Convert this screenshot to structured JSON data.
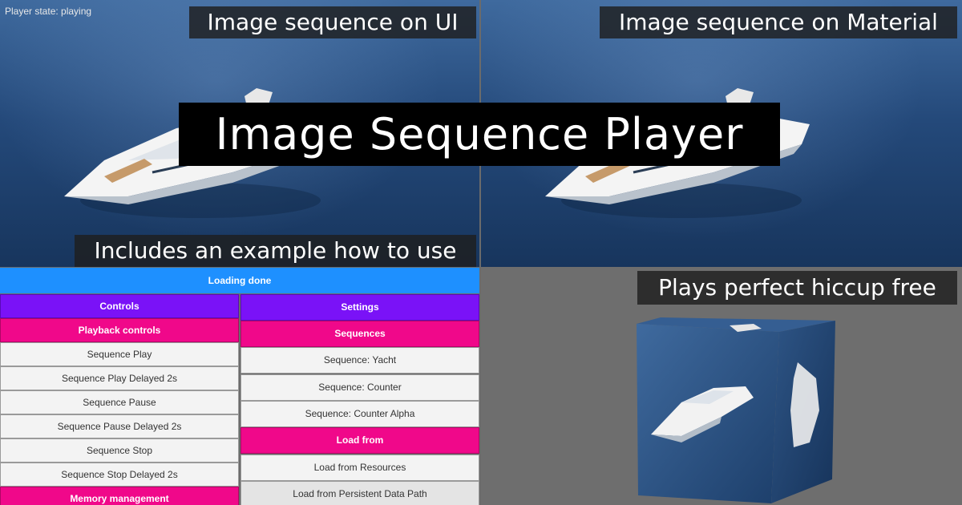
{
  "player_state": "Player state: playing",
  "captions": {
    "ui": "Image sequence on UI",
    "material": "Image sequence on Material",
    "title": "Image Sequence Player",
    "example": "Includes an example how to use",
    "hiccup": "Plays perfect hiccup free"
  },
  "status": {
    "loading": "Loading done"
  },
  "left_column": {
    "header": "Controls",
    "section": "Playback controls",
    "buttons": [
      "Sequence Play",
      "Sequence Play Delayed 2s",
      "Sequence Pause",
      "Sequence Pause Delayed 2s",
      "Sequence Stop",
      "Sequence Stop Delayed 2s"
    ],
    "section2": "Memory management"
  },
  "right_column": {
    "header": "Settings",
    "section": "Sequences",
    "sequences": [
      "Sequence: Yacht",
      "Sequence: Counter",
      "Sequence: Counter Alpha"
    ],
    "section2": "Load from",
    "load": [
      "Load from Resources",
      "Load from Persistent Data Path"
    ]
  },
  "colors": {
    "status_blue": "#1e90ff",
    "header_purple": "#7a12f7",
    "section_pink": "#f0088a",
    "button_bg": "#f3f3f3",
    "sea_blue": "#24497a"
  },
  "icons": [
    "yacht-image",
    "cube-image"
  ]
}
